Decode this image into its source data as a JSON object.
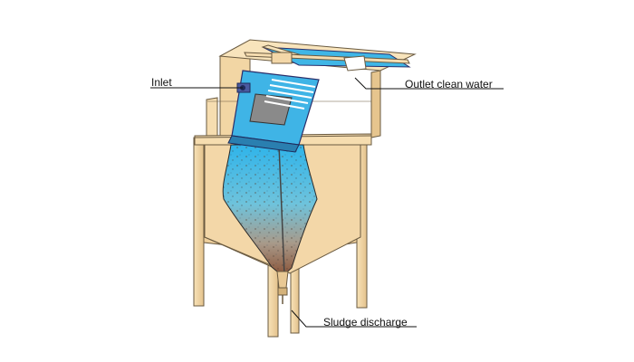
{
  "labels": {
    "inlet": "Inlet",
    "outlet": "Outlet clean water",
    "sludge": "Sludge discharge"
  },
  "colors": {
    "tank_body": "#f6ddb0",
    "tank_shadow": "#e6c58e",
    "outline": "#6a5a40",
    "water_top": "#3fb6e6",
    "water_mid": "#9fc6c8",
    "sludge": "#8a5a3a",
    "steel": "#3a3f8a",
    "plate": "#5a6aa8"
  }
}
